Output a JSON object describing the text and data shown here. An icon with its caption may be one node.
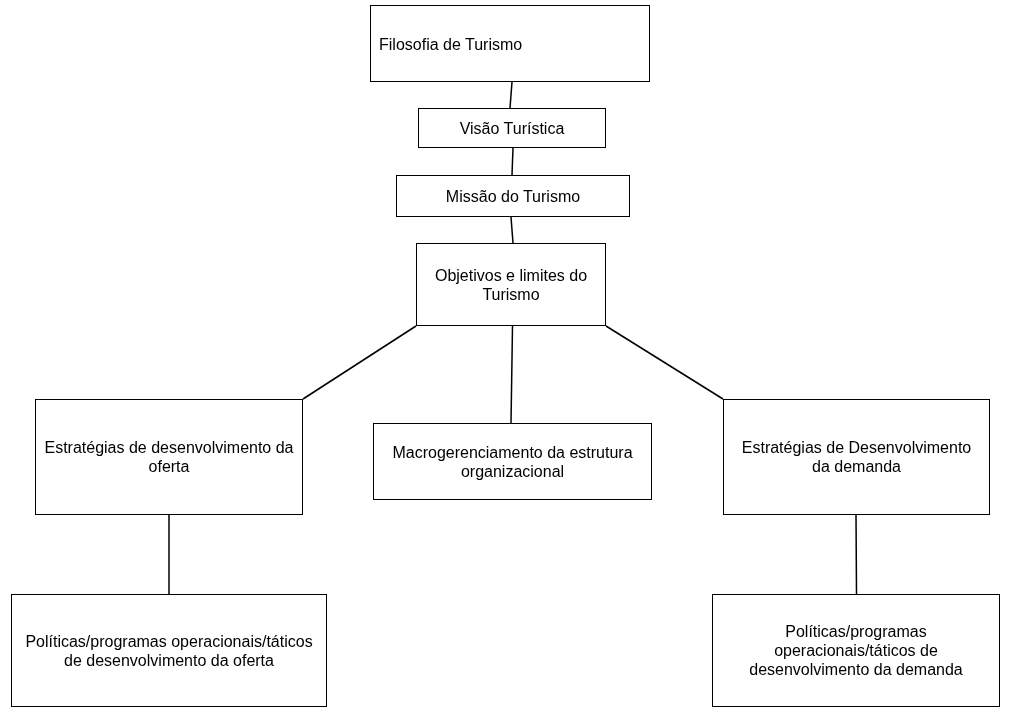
{
  "diagram": {
    "nodes": [
      {
        "text": [
          "Filosofia de Turismo"
        ]
      },
      {
        "text": [
          "Visão Turística"
        ]
      },
      {
        "text": [
          "Missão do Turismo"
        ]
      },
      {
        "text": [
          "Objetivos e limites do Turismo"
        ]
      },
      {
        "text": [
          "Estratégias de desenvolvimento da oferta"
        ]
      },
      {
        "text": [
          "Macrogerenciamento da estrutura organizacional"
        ]
      },
      {
        "text": [
          "Estratégias de Desenvolvimento da demanda"
        ]
      },
      {
        "text": [
          "Políticas/programas operacionais/táticos de desenvolvimento da oferta"
        ]
      },
      {
        "text": [
          "Políticas/programas operacionais/táticos de desenvolvimento da demanda"
        ]
      }
    ],
    "edges": [
      {
        "from": 0,
        "to": 1,
        "arrow": "none"
      },
      {
        "from": 1,
        "to": 2,
        "arrow": "none"
      },
      {
        "from": 2,
        "to": 3,
        "arrow": "none"
      },
      {
        "from": 3,
        "to": 4,
        "arrow": "none"
      },
      {
        "from": 3,
        "to": 5,
        "arrow": "none"
      },
      {
        "from": 3,
        "to": 6,
        "arrow": "none"
      },
      {
        "from": 4,
        "to": 7,
        "arrow": "none"
      },
      {
        "from": 6,
        "to": 8,
        "arrow": "none"
      }
    ]
  }
}
